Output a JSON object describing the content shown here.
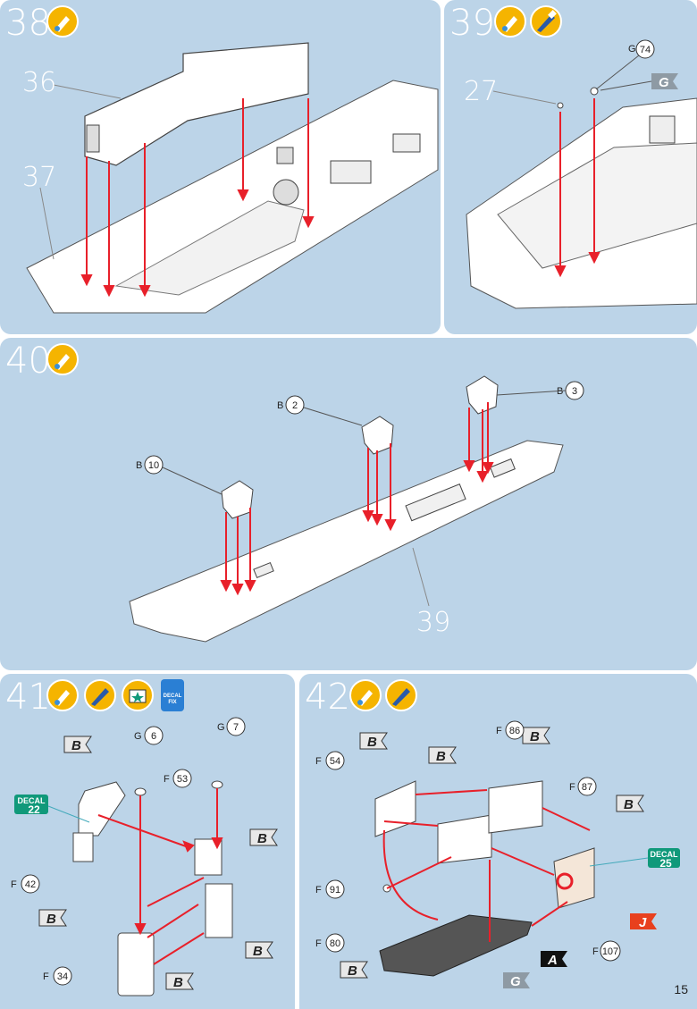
{
  "page_number": "15",
  "colors": {
    "panel": "#bcd4e8",
    "arrow": "#e8202a",
    "icon": "#f5b400",
    "decal": "#10997a",
    "flag_red": "#e8401e"
  },
  "steps": [
    {
      "number": "38",
      "icons": [
        "glue-icon"
      ],
      "callouts": [
        "36",
        "37"
      ]
    },
    {
      "number": "39",
      "icons": [
        "glue-icon",
        "paint-icon"
      ],
      "callouts": [
        "27"
      ],
      "parts": [
        {
          "letter": "G",
          "num": "74"
        }
      ],
      "flags": [
        "G"
      ]
    },
    {
      "number": "40",
      "icons": [
        "glue-icon"
      ],
      "callouts": [
        "39"
      ],
      "parts": [
        {
          "letter": "B",
          "num": "2"
        },
        {
          "letter": "B",
          "num": "3"
        },
        {
          "letter": "B",
          "num": "10"
        }
      ]
    },
    {
      "number": "41",
      "icons": [
        "glue-icon",
        "paint-icon",
        "decal-icon",
        "decal-fix-icon"
      ],
      "parts": [
        {
          "letter": "G",
          "num": "6"
        },
        {
          "letter": "G",
          "num": "7"
        },
        {
          "letter": "F",
          "num": "53"
        },
        {
          "letter": "F",
          "num": "42"
        },
        {
          "letter": "F",
          "num": "34"
        }
      ],
      "flags": [
        "B",
        "B",
        "B",
        "B",
        "B"
      ],
      "decal": {
        "label": "DECAL",
        "num": "22"
      },
      "fix_label": "DECAL FIX"
    },
    {
      "number": "42",
      "icons": [
        "glue-icon",
        "paint-icon"
      ],
      "parts": [
        {
          "letter": "F",
          "num": "54"
        },
        {
          "letter": "F",
          "num": "86"
        },
        {
          "letter": "F",
          "num": "87"
        },
        {
          "letter": "F",
          "num": "91"
        },
        {
          "letter": "F",
          "num": "80"
        },
        {
          "letter": "F",
          "num": "107"
        }
      ],
      "flags": [
        "B",
        "B",
        "B",
        "B",
        "B",
        "J",
        "A",
        "G"
      ],
      "decal": {
        "label": "DECAL",
        "num": "25"
      }
    }
  ]
}
